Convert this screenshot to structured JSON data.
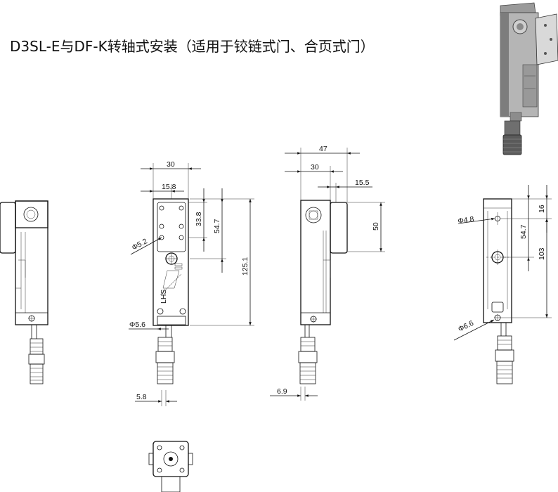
{
  "title": "D3SL-E与DF-K转轴式安装（适用于铰链式门、合页式门）",
  "dimensions": {
    "d30_front": "30",
    "d15_8": "15.8",
    "d33_8": "33.8",
    "d54_7_front": "54.7",
    "d125_1": "125.1",
    "d5_2": "Φ5.2",
    "d5_6": "Φ5.6",
    "d5_8": "5.8",
    "d47": "47",
    "d30_side": "30",
    "d15_5": "15.5",
    "d50": "50",
    "d6_9": "6.9",
    "d4_8": "Φ4.8",
    "d16": "16",
    "d54_7_back": "54.7",
    "d103": "103",
    "d6_6": "Φ6.6"
  },
  "labels": {
    "lhs": "LHS"
  }
}
